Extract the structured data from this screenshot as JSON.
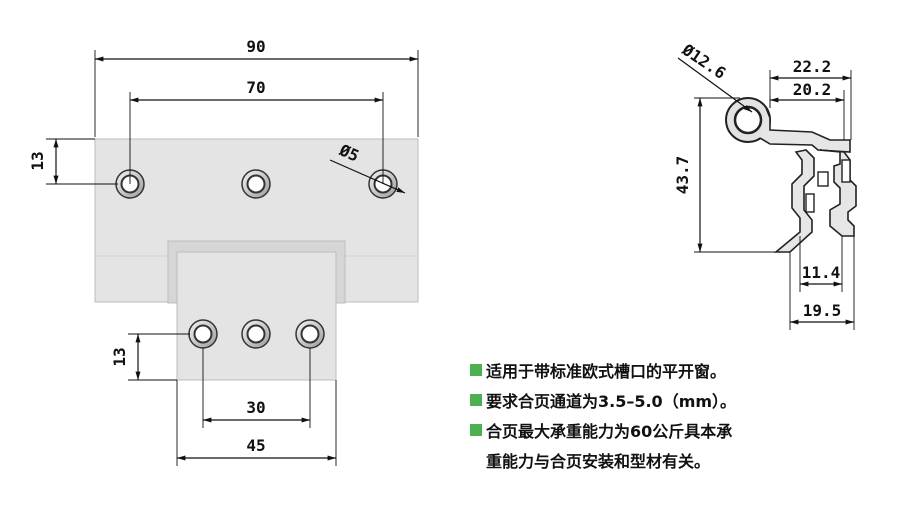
{
  "hinge_front": {
    "dims": {
      "overall_width": "90",
      "top_hole_pitch": "70",
      "top_edge_offset": "13",
      "top_hole_diameter": "Ø5",
      "bottom_edge_offset": "13",
      "bottom_hole_pitch": "30",
      "bottom_width": "45"
    }
  },
  "hinge_profile": {
    "dims": {
      "knuckle_diameter": "Ø12.6",
      "depth_outer": "22.2",
      "depth_inner": "20.2",
      "height": "43.7",
      "leg_inner": "11.4",
      "leg_outer": "19.5"
    }
  },
  "notes": {
    "bullet_color": "#4caf50",
    "line1": "适用于带标准欧式槽口的平开窗。",
    "line2": "要求合页通道为3.5–5.0（mm）。",
    "line3": "合页最大承重能力为60公斤具本承",
    "line4": "重能力与合页安装和型材有关。"
  }
}
